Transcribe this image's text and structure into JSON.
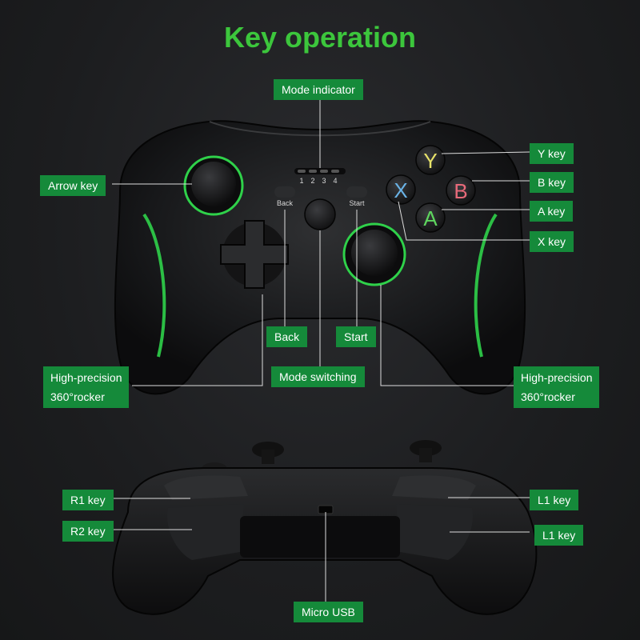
{
  "title": "Key operation",
  "callouts": {
    "mode_indicator": "Mode indicator",
    "arrow_key": "Arrow key",
    "y_key": "Y key",
    "b_key": "B key",
    "a_key": "A key",
    "x_key": "X key",
    "back": "Back",
    "start": "Start",
    "mode_switching": "Mode switching",
    "left_stick_line1": "High-precision",
    "left_stick_line2": "360°rocker",
    "right_stick_line1": "High-precision",
    "right_stick_line2": "360°rocker",
    "r1_key": "R1 key",
    "r2_key": "R2 key",
    "l1_key_top": "L1 key",
    "l1_key_bottom": "L1 key",
    "micro_usb": "Micro USB"
  },
  "controller_labels": {
    "led_1": "1",
    "led_2": "2",
    "led_3": "3",
    "led_4": "4",
    "back_small": "Back",
    "start_small": "Start",
    "btn_y": "Y",
    "btn_b": "B",
    "btn_a": "A",
    "btn_x": "X"
  },
  "colors": {
    "title": "#3cc63c",
    "callout_bg": "#158a3a",
    "accent_green": "#2fd14a",
    "btn_y": "#e8e36a",
    "btn_b": "#e86a7a",
    "btn_a": "#5ed65e",
    "btn_x": "#6ab4e8"
  },
  "icons": [
    "dpad-icon",
    "left-thumbstick-icon",
    "right-thumbstick-icon",
    "guide-button-icon"
  ]
}
